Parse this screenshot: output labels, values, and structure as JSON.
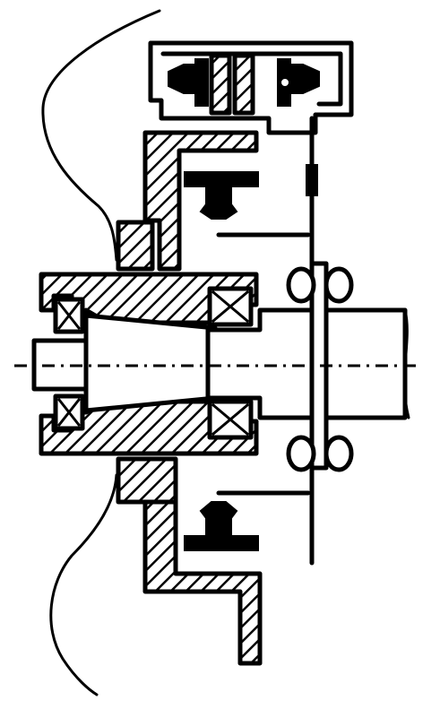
{
  "drawing": {
    "colors": {
      "ink": "#000000",
      "paper": "#ffffff"
    },
    "parts": [
      "outline-left-upper",
      "outline-left-lower",
      "top-housing-box",
      "upper-bolt-pair",
      "upper-flange",
      "upper-fastener",
      "hub-casing",
      "tapered-bore",
      "bearing-left-upper",
      "bearing-left-lower",
      "bearing-right-upper",
      "bearing-right-lower",
      "shaft-stub-left",
      "shaft-right",
      "coupling-plate",
      "coupling-roller-upper",
      "coupling-roller-lower",
      "lower-flange",
      "lower-fastener",
      "centerline"
    ]
  }
}
